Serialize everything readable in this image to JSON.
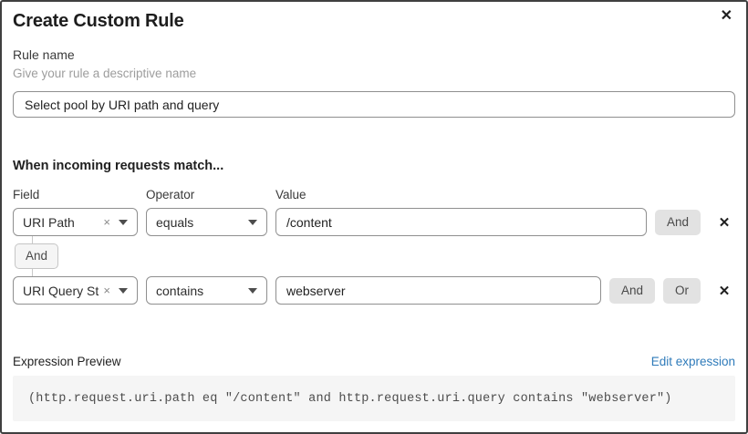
{
  "dialog": {
    "title": "Create Custom Rule"
  },
  "icons": {
    "close": "✕",
    "delete_row": "✕",
    "clear": "×"
  },
  "rule_name": {
    "label": "Rule name",
    "hint": "Give your rule a descriptive name",
    "value": "Select pool by URI path and query"
  },
  "match": {
    "heading": "When incoming requests match...",
    "columns": {
      "field": "Field",
      "operator": "Operator",
      "value": "Value"
    },
    "rows": [
      {
        "field": "URI Path",
        "operator": "equals",
        "value": "/content",
        "buttons": [
          "And"
        ]
      },
      {
        "field": "URI Query St...",
        "operator": "contains",
        "value": "webserver",
        "buttons": [
          "And",
          "Or"
        ]
      }
    ],
    "connector": "And"
  },
  "expression": {
    "label": "Expression Preview",
    "edit_link": "Edit expression",
    "code": "(http.request.uri.path eq \"/content\" and http.request.uri.query contains \"webserver\")"
  },
  "colors": {
    "link_blue": "#2f7bba",
    "button_gray": "#e2e2e2",
    "code_bg": "#f5f5f5",
    "border_gray": "#8f8f8f"
  }
}
